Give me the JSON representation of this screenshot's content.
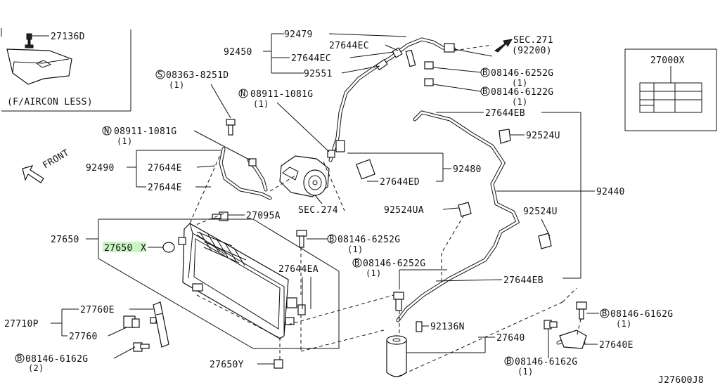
{
  "diagram_id": "J27600J8",
  "front_label": "FRONT",
  "inset": {
    "part": "27136D",
    "caption": "(F/AIRCON LESS)"
  },
  "label_box": {
    "part": "27000X"
  },
  "parts": {
    "p92479": "92479",
    "p92450": "92450",
    "p27644EC_a": "27644EC",
    "p27644EC_b": "27644EC",
    "p92551": "92551",
    "sec271": "SEC.271",
    "sec271_sub": "(92200)",
    "b_08146_6252G_top": "08146-6252G",
    "b_08146_6252G_top_qty": "(1)",
    "b_08146_6122G": "08146-6122G",
    "b_08146_6122G_qty": "(1)",
    "s_08363_8251D": "08363-8251D",
    "s_08363_8251D_qty": "(1)",
    "n_08911_1081G_a": "08911-1081G",
    "n_08911_1081G_a_qty": "(1)",
    "n_08911_1081G_b": "08911-1081G",
    "n_08911_1081G_b_qty": "(1)",
    "p27644EB_top": "27644EB",
    "p92524U_a": "92524U",
    "p92490": "92490",
    "p27644E_a": "27644E",
    "p27644E_b": "27644E",
    "p92480": "92480",
    "p27644ED": "27644ED",
    "p92440": "92440",
    "sec274": "SEC.274",
    "p27095A": "27095A",
    "p92524UA": "92524UA",
    "p92524U_b": "92524U",
    "p27650": "27650",
    "p27650X": "27650",
    "p27650X_suffix": "X",
    "b_08146_6252G_mid": "08146-6252G",
    "b_08146_6252G_mid_qty": "(1)",
    "b_08146_6252G_low": "08146-6252G",
    "b_08146_6252G_low_qty": "(1)",
    "p27644EA": "27644EA",
    "p27644EB_low": "27644EB",
    "p27760E": "27760E",
    "p27710P": "27710P",
    "p27760": "27760",
    "b_08146_6162G_left": "08146-6162G",
    "b_08146_6162G_left_qty": "(2)",
    "p92136N": "92136N",
    "p27640": "27640",
    "b_08146_6162G_right": "08146-6162G",
    "b_08146_6162G_right_qty": "(1)",
    "p27640E": "27640E",
    "b_08146_6162G_bottom": "08146-6162G",
    "b_08146_6162G_bottom_qty": "(1)",
    "p27650Y": "27650Y"
  },
  "prefix": {
    "bolt": "B",
    "screw": "S",
    "nut": "N"
  }
}
